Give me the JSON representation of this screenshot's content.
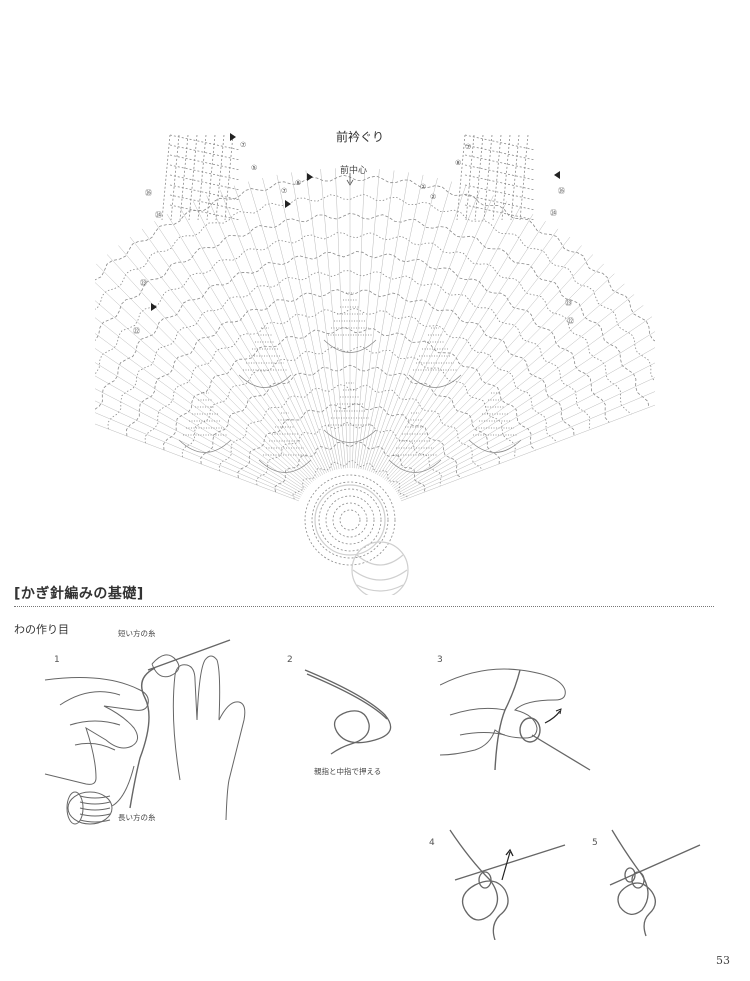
{
  "chart_title": "前衿ぐり",
  "front_center_label": "前中心",
  "left_row_markers": [
    "⑦",
    "⑤",
    "㉖",
    "㉔",
    "㉓",
    "㉒"
  ],
  "right_row_markers": [
    "⑦",
    "⑧",
    "㉖",
    "㉔",
    "㉓",
    "㉒"
  ],
  "neck_markers": [
    "⑦",
    "⑧",
    "②",
    "②"
  ],
  "section": {
    "title": "[かぎ針編みの基礎]",
    "subtitle": "わの作り目"
  },
  "steps": [
    {
      "number": "1",
      "notes": [
        "短い方の糸",
        "長い方の糸"
      ]
    },
    {
      "number": "2",
      "notes": [
        "親指と中指で押える"
      ]
    },
    {
      "number": "3",
      "notes": []
    },
    {
      "number": "4",
      "notes": []
    },
    {
      "number": "5",
      "notes": []
    }
  ],
  "page_number": "53",
  "colors": {
    "line": "#888888",
    "text": "#333333",
    "marker": "#222222"
  }
}
